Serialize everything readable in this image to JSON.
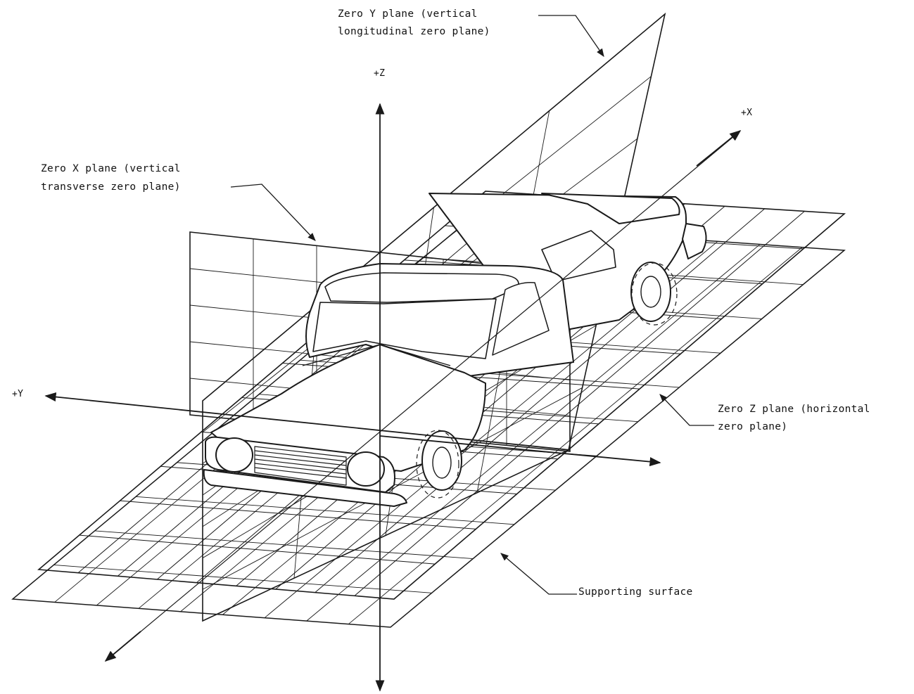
{
  "diagram": {
    "axes": {
      "z": "+Z",
      "x": "+X",
      "y": "+Y"
    },
    "callouts": {
      "zero_y_plane": [
        "Zero Y plane (vertical",
        "longitudinal zero plane)"
      ],
      "zero_x_plane": [
        "Zero X plane (vertical",
        "transverse zero plane)"
      ],
      "zero_z_plane": [
        "Zero Z plane (horizontal",
        "zero plane)"
      ],
      "supporting_surface": "Supporting surface"
    },
    "line_color": "#1a1a1a",
    "background": "#ffffff"
  }
}
